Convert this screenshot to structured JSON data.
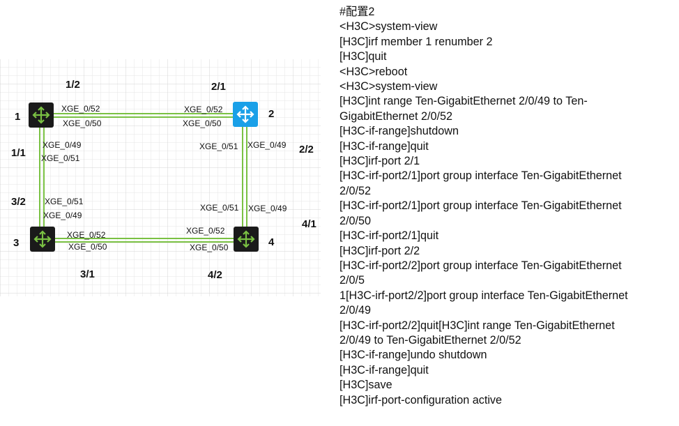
{
  "diagram": {
    "nodes": [
      {
        "id": "1",
        "label": "1",
        "color": "#1a1a1a"
      },
      {
        "id": "2",
        "label": "2",
        "color": "#1aa0e8"
      },
      {
        "id": "3",
        "label": "3",
        "color": "#1a1a1a"
      },
      {
        "id": "4",
        "label": "4",
        "color": "#1a1a1a"
      }
    ],
    "ports": {
      "p_1_2": "1/2",
      "p_2_1": "2/1",
      "p_1_1": "1/1",
      "p_2_2": "2/2",
      "p_3_2": "3/2",
      "p_4_1": "4/1",
      "p_3_1": "3/1",
      "p_4_2": "4/2"
    },
    "interfaces": {
      "top_left_a": "XGE_0/52",
      "top_left_b": "XGE_0/50",
      "top_right_a": "XGE_0/52",
      "top_right_b": "XGE_0/50",
      "left_top_a": "XGE_0/49",
      "left_top_b": "XGE_0/51",
      "left_bot_a": "XGE_0/51",
      "left_bot_b": "XGE_0/49",
      "right_top_a": "XGE_0/51",
      "right_top_b": "XGE_0/49",
      "right_bot_a": "XGE_0/51",
      "right_bot_b": "XGE_0/49",
      "bot_left_a": "XGE_0/52",
      "bot_left_b": "XGE_0/50",
      "bot_right_a": "XGE_0/52",
      "bot_right_b": "XGE_0/50"
    },
    "link_color": "#7ac143"
  },
  "config": {
    "lines": [
      "#配置2",
      "<H3C>system-view",
      "[H3C]irf member 1 renumber 2",
      "[H3C]quit",
      "<H3C>reboot",
      "<H3C>system-view",
      "[H3C]int range Ten-GigabitEthernet 2/0/49 to Ten-",
      "GigabitEthernet 2/0/52",
      "[H3C-if-range]shutdown",
      "[H3C-if-range]quit",
      "[H3C]irf-port 2/1",
      "[H3C-irf-port2/1]port group interface Ten-GigabitEthernet",
      "2/0/52",
      "[H3C-irf-port2/1]port group interface Ten-GigabitEthernet",
      "2/0/50",
      "[H3C-irf-port2/1]quit",
      "[H3C]irf-port 2/2",
      "[H3C-irf-port2/2]port group interface Ten-GigabitEthernet",
      "2/0/5",
      "1[H3C-irf-port2/2]port group interface Ten-GigabitEthernet",
      "2/0/49",
      "[H3C-irf-port2/2]quit[H3C]int range Ten-GigabitEthernet",
      "2/0/49 to Ten-GigabitEthernet 2/0/52",
      "[H3C-if-range]undo shutdown",
      "[H3C-if-range]quit",
      "[H3C]save",
      "[H3C]irf-port-configuration active"
    ]
  }
}
